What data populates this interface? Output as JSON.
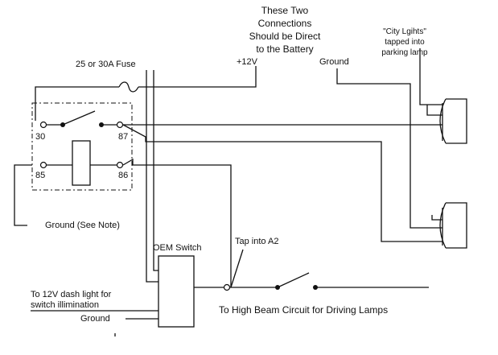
{
  "labels": {
    "battery_note": [
      "These Two",
      "Connections",
      "Should be Direct",
      "to the Battery"
    ],
    "plus12v": "+12V",
    "ground_top": "Ground",
    "city_lights": [
      "\"City Lgihts\"",
      "tapped into",
      "parking lamp"
    ],
    "fuse": "25 or 30A Fuse",
    "pin30": "30",
    "pin87": "87",
    "pin85": "85",
    "pin86": "86",
    "ground_note": "Ground (See Note)",
    "oem_switch": "OEM Switch",
    "tap_a2": "Tap into A2",
    "dash_light": [
      "To 12V dash light for",
      "switch illimination"
    ],
    "ground_bottom": "Ground",
    "high_beam": "To High Beam Circuit for Driving Lamps"
  }
}
